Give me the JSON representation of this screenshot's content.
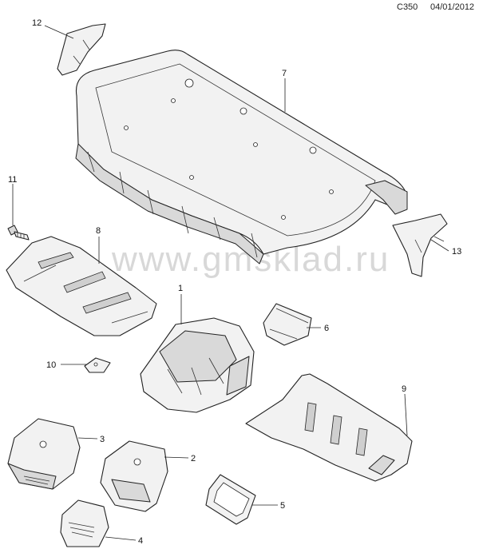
{
  "header": {
    "code": "C350",
    "date": "04/01/2012"
  },
  "watermark": "www.gmsklad.ru",
  "callouts": [
    {
      "id": "7",
      "label": "7"
    },
    {
      "id": "12",
      "label": "12"
    },
    {
      "id": "11",
      "label": "11"
    },
    {
      "id": "8",
      "label": "8"
    },
    {
      "id": "13",
      "label": "13"
    },
    {
      "id": "1",
      "label": "1"
    },
    {
      "id": "6",
      "label": "6"
    },
    {
      "id": "10",
      "label": "10"
    },
    {
      "id": "9",
      "label": "9"
    },
    {
      "id": "3",
      "label": "3"
    },
    {
      "id": "2",
      "label": "2"
    },
    {
      "id": "5",
      "label": "5"
    },
    {
      "id": "4",
      "label": "4"
    }
  ]
}
